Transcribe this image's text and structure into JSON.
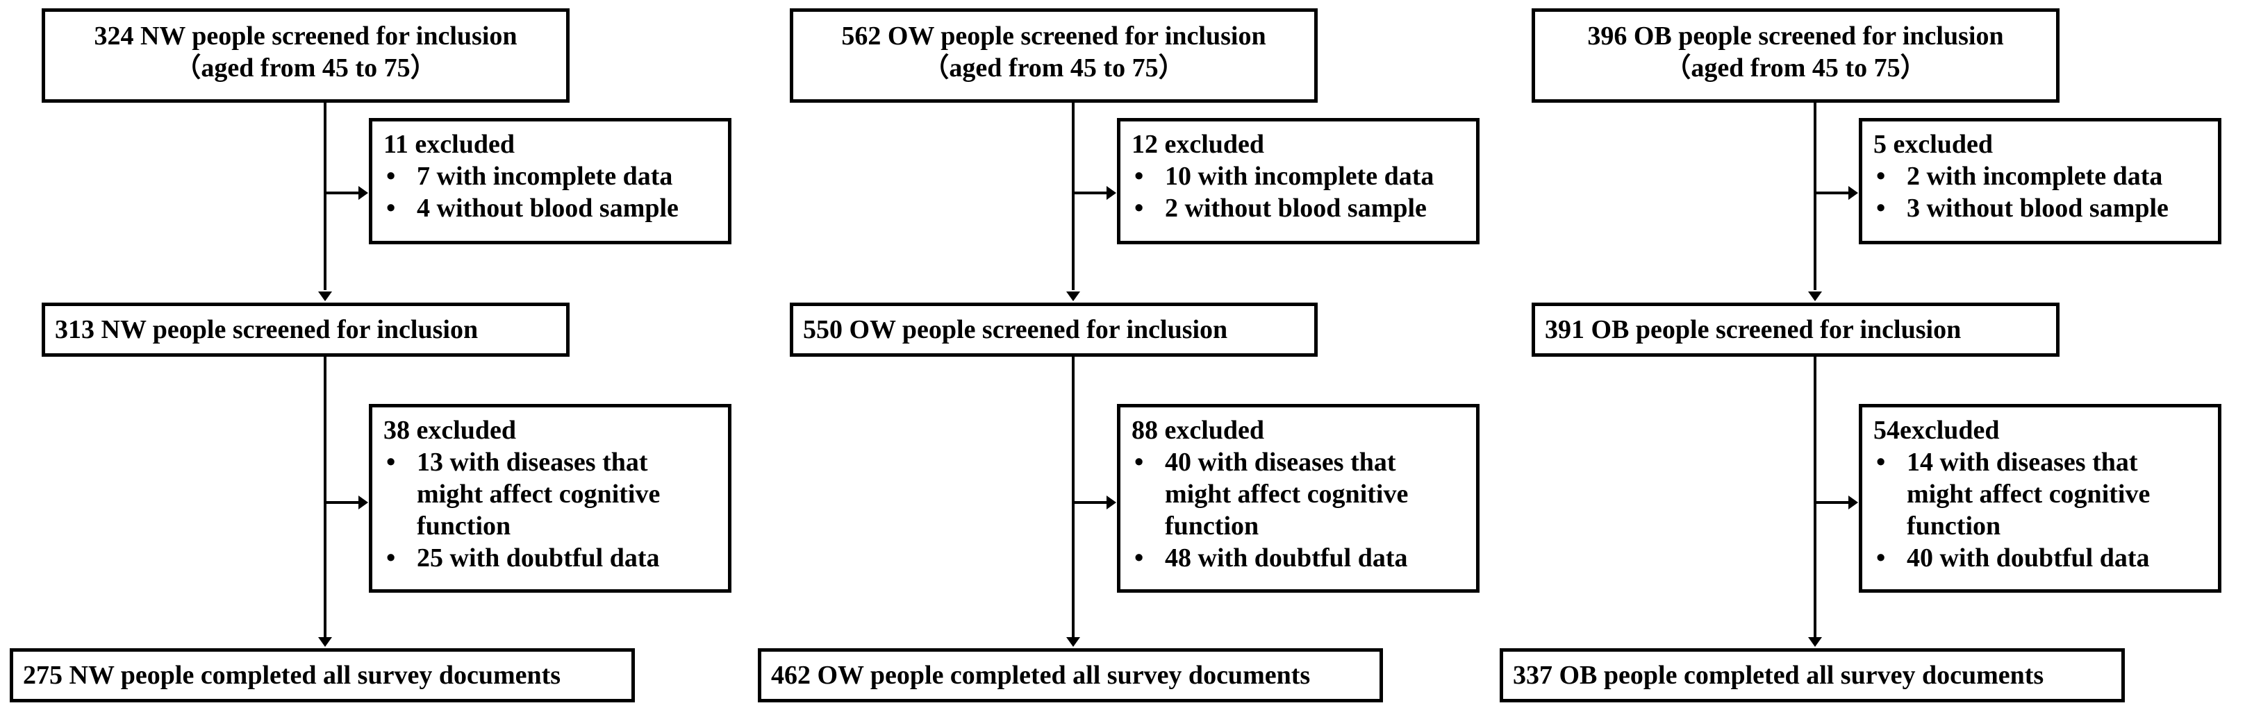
{
  "flows": [
    {
      "start": {
        "line1": "324 NW people screened for inclusion",
        "line2": "（aged from 45 to 75）"
      },
      "excluded1": {
        "title": "11 excluded",
        "items": [
          "7 with incomplete data",
          "4 without blood sample"
        ]
      },
      "middle": "313 NW people screened for inclusion",
      "excluded2": {
        "title": "38 excluded",
        "items": [
          "13 with diseases that might affect cognitive function",
          "25 with doubtful data"
        ]
      },
      "end": "275 NW people completed all survey documents"
    },
    {
      "start": {
        "line1": "562 OW people screened for inclusion",
        "line2": "（aged from 45 to 75）"
      },
      "excluded1": {
        "title": "12 excluded",
        "items": [
          "10 with incomplete data",
          "2 without blood sample"
        ]
      },
      "middle": "550 OW people screened for inclusion",
      "excluded2": {
        "title": "88 excluded",
        "items": [
          "40 with diseases that might affect cognitive function",
          "48 with doubtful data"
        ]
      },
      "end": "462 OW people completed all survey documents"
    },
    {
      "start": {
        "line1": "396 OB people screened for inclusion",
        "line2": "（aged from 45 to 75）"
      },
      "excluded1": {
        "title": "5 excluded",
        "items": [
          "2 with incomplete data",
          "3 without blood sample"
        ]
      },
      "middle": "391 OB people screened for inclusion",
      "excluded2": {
        "title": "54excluded",
        "items": [
          "14 with diseases that might affect cognitive function",
          "40 with doubtful data"
        ]
      },
      "end": "337 OB people completed all survey documents"
    }
  ],
  "bullet": "•"
}
